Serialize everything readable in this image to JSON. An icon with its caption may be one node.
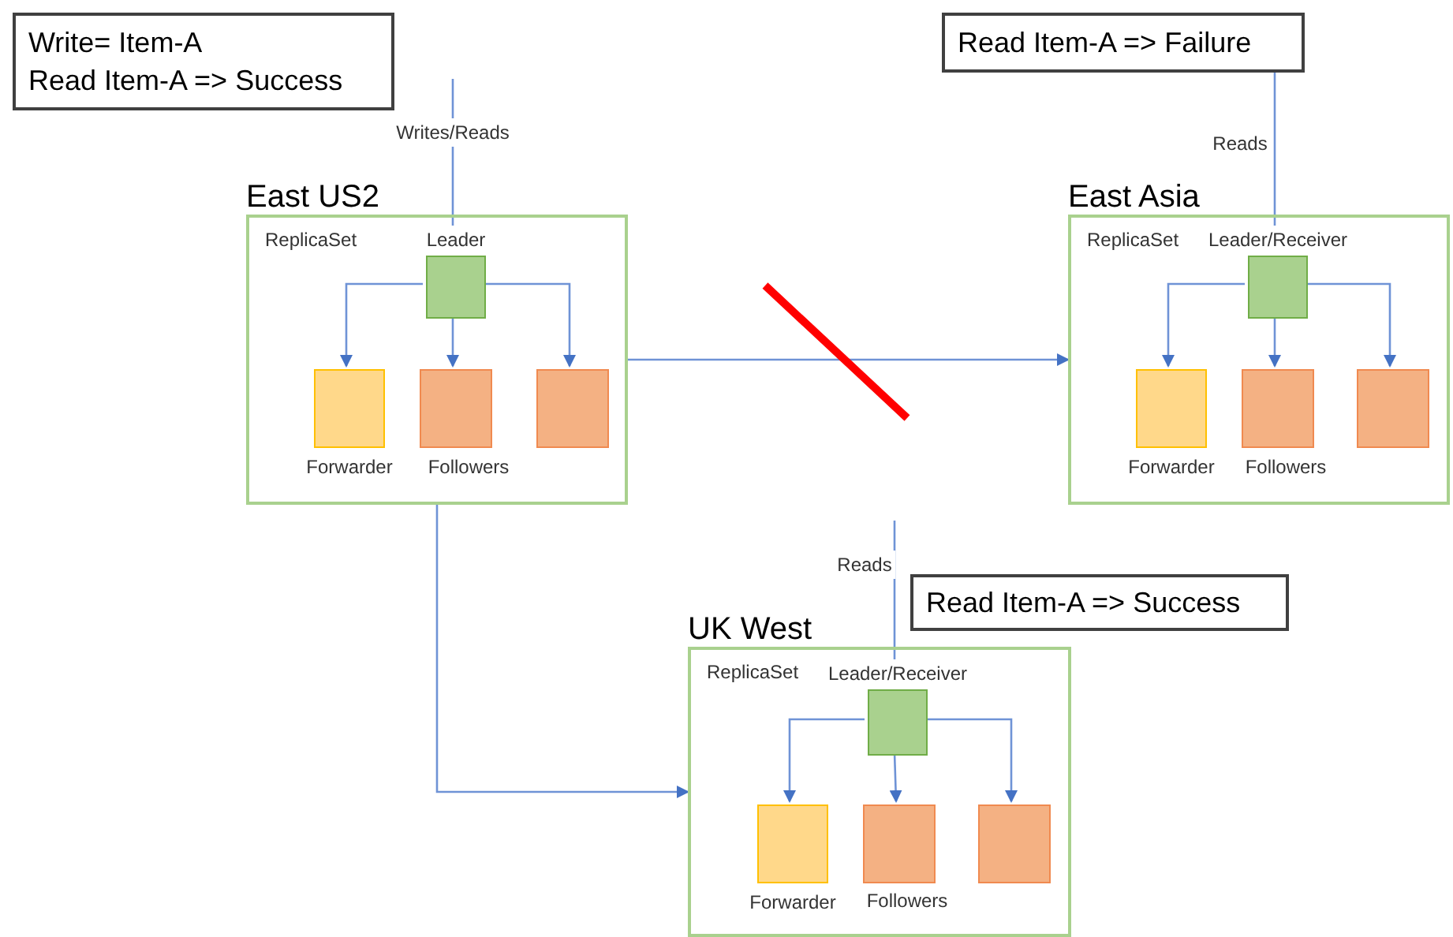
{
  "diagram": {
    "nodes": [
      {
        "text": [
          "Write= Item-A",
          "Read Item-A => Success"
        ]
      },
      {
        "text": [
          "Read Item-A => Failure"
        ]
      },
      {
        "text": [
          "Read Item-A => Success"
        ]
      },
      {
        "text": [
          "East US2",
          "ReplicaSet"
        ]
      },
      {
        "text": [
          "Leader"
        ],
        "in": 3
      },
      {
        "text": [
          "Forwarder"
        ],
        "in": 3
      },
      {
        "text": [],
        "shape": "box",
        "in": 3
      },
      {
        "text": [],
        "shape": "box",
        "in": 3
      },
      {
        "text": [
          "East Asia",
          "ReplicaSet"
        ]
      },
      {
        "text": [
          "Leader/Receiver"
        ],
        "in": 8
      },
      {
        "text": [
          "Forwarder"
        ],
        "in": 8
      },
      {
        "text": [],
        "shape": "box",
        "in": 8
      },
      {
        "text": [],
        "shape": "box",
        "in": 8
      },
      {
        "text": [
          "UK West",
          "ReplicaSet"
        ]
      },
      {
        "text": [
          "Leader/Receiver"
        ],
        "in": 13
      },
      {
        "text": [
          "Forwarder"
        ],
        "in": 13
      },
      {
        "text": [],
        "shape": "box",
        "in": 13
      },
      {
        "text": [],
        "shape": "box",
        "in": 13
      }
    ],
    "edges": [
      {
        "from": null,
        "to": 4,
        "arrow": "to",
        "label": "Writes/Reads"
      },
      {
        "from": 4,
        "to": 5,
        "arrow": "to"
      },
      {
        "from": 4,
        "to": 6,
        "arrow": "to"
      },
      {
        "from": 4,
        "to": 7,
        "arrow": "to"
      },
      {
        "from": 1,
        "to": 9,
        "arrow": "to",
        "label": "Reads"
      },
      {
        "from": 9,
        "to": 10,
        "arrow": "to"
      },
      {
        "from": 9,
        "to": 11,
        "arrow": "to"
      },
      {
        "from": 9,
        "to": 12,
        "arrow": "to"
      },
      {
        "from": 3,
        "to": 8,
        "arrow": "to"
      },
      {
        "from": 3,
        "to": 13,
        "arrow": "to"
      },
      {
        "from": null,
        "to": 14,
        "arrow": "to",
        "label": "Reads"
      },
      {
        "from": 14,
        "to": 15,
        "arrow": "to"
      },
      {
        "from": 14,
        "to": 16,
        "arrow": "to"
      },
      {
        "from": 14,
        "to": 17,
        "arrow": "to"
      }
    ],
    "labels": [
      "Followers",
      "Followers",
      "Followers"
    ]
  }
}
